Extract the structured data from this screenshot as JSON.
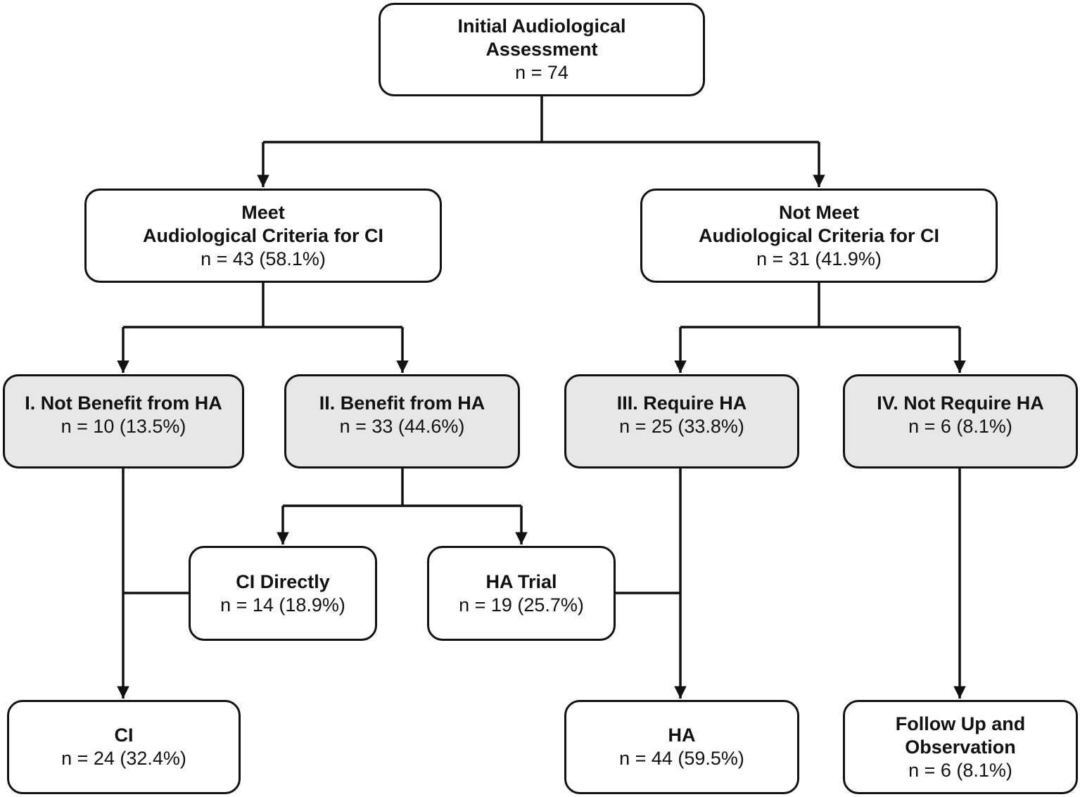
{
  "nodes": {
    "initial": {
      "title": "Initial Audiological\nAssessment",
      "count": "n = 74"
    },
    "meet": {
      "title": "Meet\nAudiological Criteria for CI",
      "count": "n = 43 (58.1%)"
    },
    "notmeet": {
      "title": "Not Meet\nAudiological Criteria for CI",
      "count": "n = 31 (41.9%)"
    },
    "g1": {
      "title": "I. Not Benefit from HA",
      "count": "n = 10 (13.5%)"
    },
    "g2": {
      "title": "II. Benefit from HA",
      "count": "n = 33 (44.6%)"
    },
    "g3": {
      "title": "III. Require HA",
      "count": "n = 25 (33.8%)"
    },
    "g4": {
      "title": "IV. Not Require HA",
      "count": "n = 6 (8.1%)"
    },
    "cidirect": {
      "title": "CI Directly",
      "count": "n = 14 (18.9%)"
    },
    "hatrial": {
      "title": "HA Trial",
      "count": "n = 19 (25.7%)"
    },
    "ci": {
      "title": "CI",
      "count": "n = 24 (32.4%)"
    },
    "ha": {
      "title": "HA",
      "count": "n = 44 (59.5%)"
    },
    "followup": {
      "title": "Follow Up and\nObservation",
      "count": "n = 6 (8.1%)"
    }
  },
  "colors": {
    "stroke": "#111111",
    "shaded_fill": "#e8e7e8",
    "plain_fill": "#ffffff"
  }
}
